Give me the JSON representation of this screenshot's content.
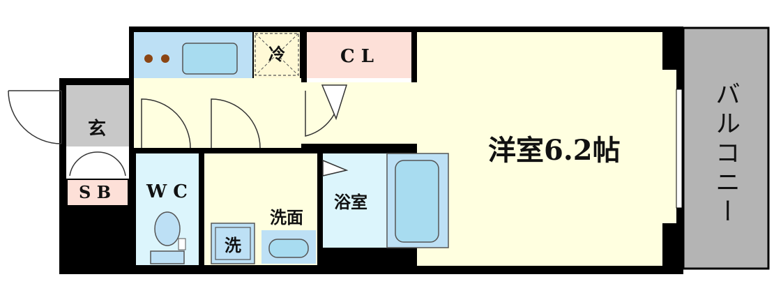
{
  "rooms": {
    "western_room": "洋室6.2帖",
    "closet": "C L",
    "fridge": "冷",
    "entrance": "玄",
    "shoe_box": "S B",
    "wc": "W C",
    "washroom": "洗面",
    "washer": "洗",
    "bathroom": "浴室",
    "balcony": "バルコニー"
  },
  "colors": {
    "wall": "#000000",
    "room_floor": "#ffffe0",
    "closet": "#fde0d8",
    "kitchen": "#bde0f5",
    "wet_area": "#dcf5fc",
    "entrance": "#c8c8c8",
    "balcony": "#b4b4b4"
  }
}
